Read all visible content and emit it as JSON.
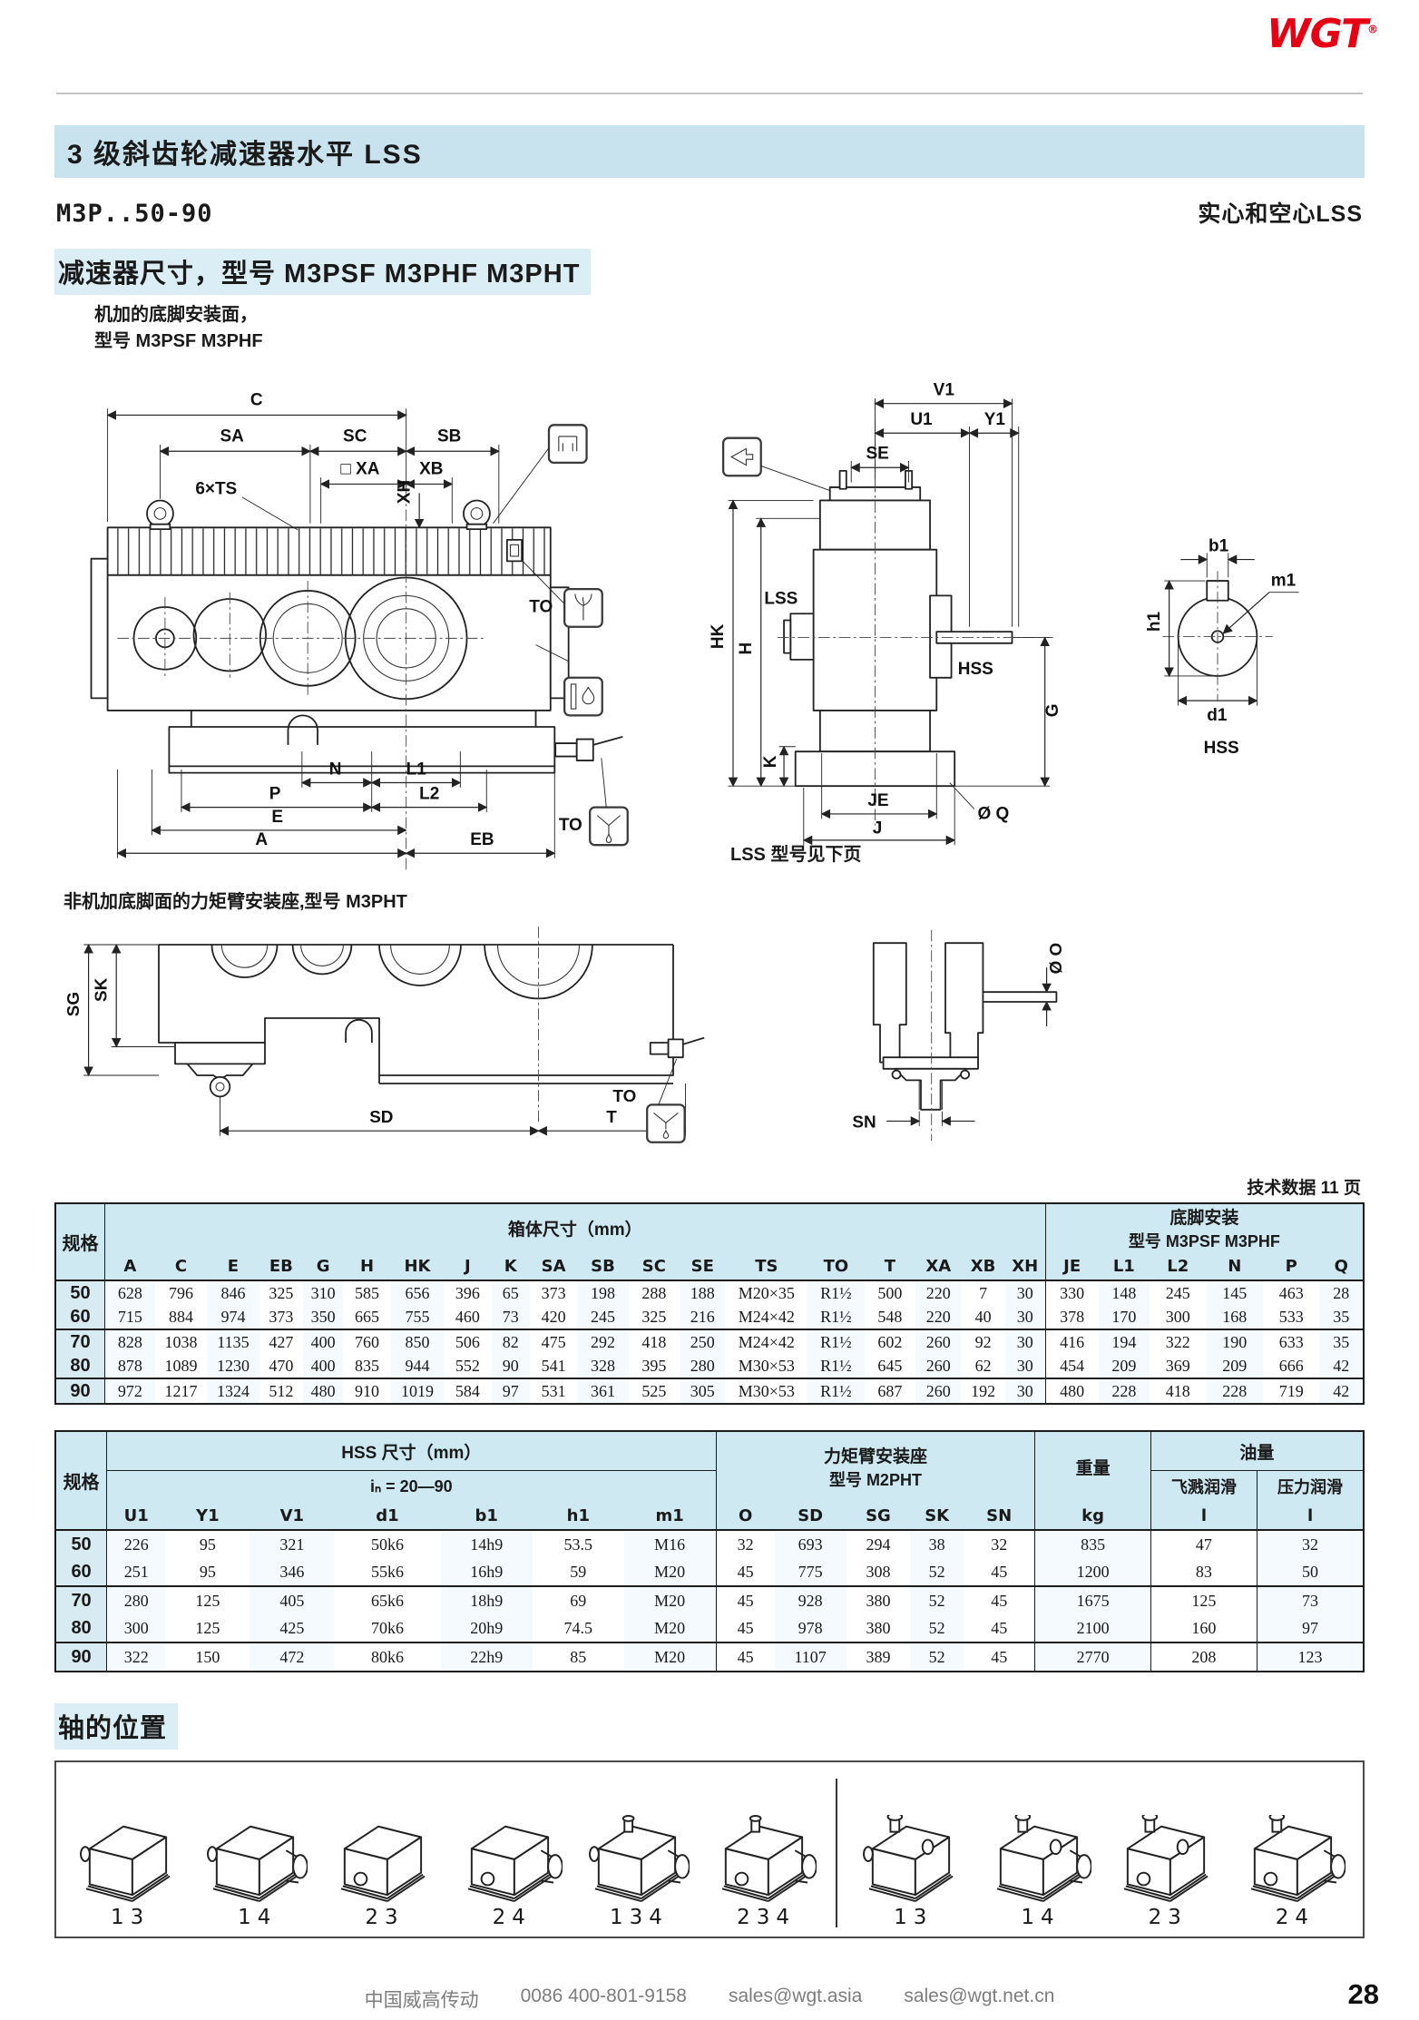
{
  "logo": {
    "text": "WGT",
    "reg": "®",
    "color": "#e60013"
  },
  "header": {
    "banner": "3 级斜齿轮减速器水平 LSS",
    "model_range": "M3P..50-90",
    "right_note": "实心和空心LSS"
  },
  "section": {
    "title": "减速器尺寸，型号 M3PSF M3PHF M3PHT",
    "note_line1": "机加的底脚安装面，",
    "note_line2": "型号 M3PSF  M3PHF",
    "torque_arm_note": "非机加底脚面的力矩臂安装座,型号 M3PHT",
    "lss_note": "LSS 型号见下页",
    "tech_data_note": "技术数据 11 页"
  },
  "dims": {
    "front": {
      "c": "C",
      "sa": "SA",
      "sc": "SC",
      "sb": "SB",
      "xa": "□ XA",
      "xb": "XB",
      "xh": "XH",
      "ts": "6×TS",
      "to": "TO",
      "n": "N",
      "l1": "L1",
      "p": "P",
      "l2": "L2",
      "e": "E",
      "a": "A",
      "eb": "EB"
    },
    "side": {
      "v1": "V1",
      "u1": "U1",
      "y1": "Y1",
      "se": "SE",
      "lss": "LSS",
      "hk": "HK",
      "h": "H",
      "k": "K",
      "hss": "HSS",
      "g": "G",
      "je": "JE",
      "j": "J",
      "q": "Ø Q"
    },
    "hss_detail": {
      "b1": "b1",
      "m1": "m1",
      "h1": "h1",
      "d1": "d1",
      "hss": "HSS"
    },
    "bottom_left": {
      "sg": "SG",
      "sk": "SK",
      "sd": "SD",
      "t": "T",
      "to": "TO"
    },
    "bottom_right": {
      "sn": "SN",
      "o": "Ø O"
    }
  },
  "table1": {
    "spec_header": "规格",
    "group1": "箱体尺寸（mm）",
    "group2_line1": "底脚安装",
    "group2_line2": "型号 M3PSF M3PHF",
    "columns": [
      "A",
      "C",
      "E",
      "EB",
      "G",
      "H",
      "HK",
      "J",
      "K",
      "SA",
      "SB",
      "SC",
      "SE",
      "TS",
      "TO",
      "T",
      "XA",
      "XB",
      "XH",
      "JE",
      "L1",
      "L2",
      "N",
      "P",
      "Q"
    ],
    "rows": [
      {
        "spec": "50",
        "values": [
          "628",
          "796",
          "846",
          "325",
          "310",
          "585",
          "656",
          "396",
          "65",
          "373",
          "198",
          "288",
          "188",
          "M20×35",
          "R1½",
          "500",
          "220",
          "7",
          "30",
          "330",
          "148",
          "245",
          "145",
          "463",
          "28"
        ]
      },
      {
        "spec": "60",
        "values": [
          "715",
          "884",
          "974",
          "373",
          "350",
          "665",
          "755",
          "460",
          "73",
          "420",
          "245",
          "325",
          "216",
          "M24×42",
          "R1½",
          "548",
          "220",
          "40",
          "30",
          "378",
          "170",
          "300",
          "168",
          "533",
          "35"
        ]
      },
      {
        "spec": "70",
        "values": [
          "828",
          "1038",
          "1135",
          "427",
          "400",
          "760",
          "850",
          "506",
          "82",
          "475",
          "292",
          "418",
          "250",
          "M24×42",
          "R1½",
          "602",
          "260",
          "92",
          "30",
          "416",
          "194",
          "322",
          "190",
          "633",
          "35"
        ]
      },
      {
        "spec": "80",
        "values": [
          "878",
          "1089",
          "1230",
          "470",
          "400",
          "835",
          "944",
          "552",
          "90",
          "541",
          "328",
          "395",
          "280",
          "M30×53",
          "R1½",
          "645",
          "260",
          "62",
          "30",
          "454",
          "209",
          "369",
          "209",
          "666",
          "42"
        ]
      },
      {
        "spec": "90",
        "values": [
          "972",
          "1217",
          "1324",
          "512",
          "480",
          "910",
          "1019",
          "584",
          "97",
          "531",
          "361",
          "525",
          "305",
          "M30×53",
          "R1½",
          "687",
          "260",
          "192",
          "30",
          "480",
          "228",
          "418",
          "228",
          "719",
          "42"
        ]
      }
    ]
  },
  "table2": {
    "spec_header": "规格",
    "group1": "HSS 尺寸（mm）",
    "group1_sub": "iₙ = 20—90",
    "group2_line1": "力矩臂安装座",
    "group2_line2": "型号 M2PHT",
    "weight": "重量",
    "oil": "油量",
    "oil_sub1": "飞溅润滑",
    "oil_sub2": "压力润滑",
    "columns": [
      "U1",
      "Y1",
      "V1",
      "d1",
      "b1",
      "h1",
      "m1",
      "O",
      "SD",
      "SG",
      "SK",
      "SN",
      "kg",
      "l",
      "l"
    ],
    "rows": [
      {
        "spec": "50",
        "values": [
          "226",
          "95",
          "321",
          "50k6",
          "14h9",
          "53.5",
          "M16",
          "32",
          "693",
          "294",
          "38",
          "32",
          "835",
          "47",
          "32"
        ]
      },
      {
        "spec": "60",
        "values": [
          "251",
          "95",
          "346",
          "55k6",
          "16h9",
          "59",
          "M20",
          "45",
          "775",
          "308",
          "52",
          "45",
          "1200",
          "83",
          "50"
        ]
      },
      {
        "spec": "70",
        "values": [
          "280",
          "125",
          "405",
          "65k6",
          "18h9",
          "69",
          "M20",
          "45",
          "928",
          "380",
          "52",
          "45",
          "1675",
          "125",
          "73"
        ]
      },
      {
        "spec": "80",
        "values": [
          "300",
          "125",
          "425",
          "70k6",
          "20h9",
          "74.5",
          "M20",
          "45",
          "978",
          "380",
          "52",
          "45",
          "2100",
          "160",
          "97"
        ]
      },
      {
        "spec": "90",
        "values": [
          "322",
          "150",
          "472",
          "80k6",
          "22h9",
          "85",
          "M20",
          "45",
          "1107",
          "389",
          "52",
          "45",
          "2770",
          "208",
          "123"
        ]
      }
    ]
  },
  "shaft_positions": {
    "title": "轴的位置",
    "labels": [
      "13",
      "14",
      "23",
      "24",
      "134",
      "234",
      "13",
      "14",
      "23",
      "24"
    ]
  },
  "footer": {
    "company": "中国威高传动",
    "phone": "0086  400-801-9158",
    "email1": "sales@wgt.asia",
    "email2": "sales@wgt.net.cn",
    "page": "28"
  }
}
